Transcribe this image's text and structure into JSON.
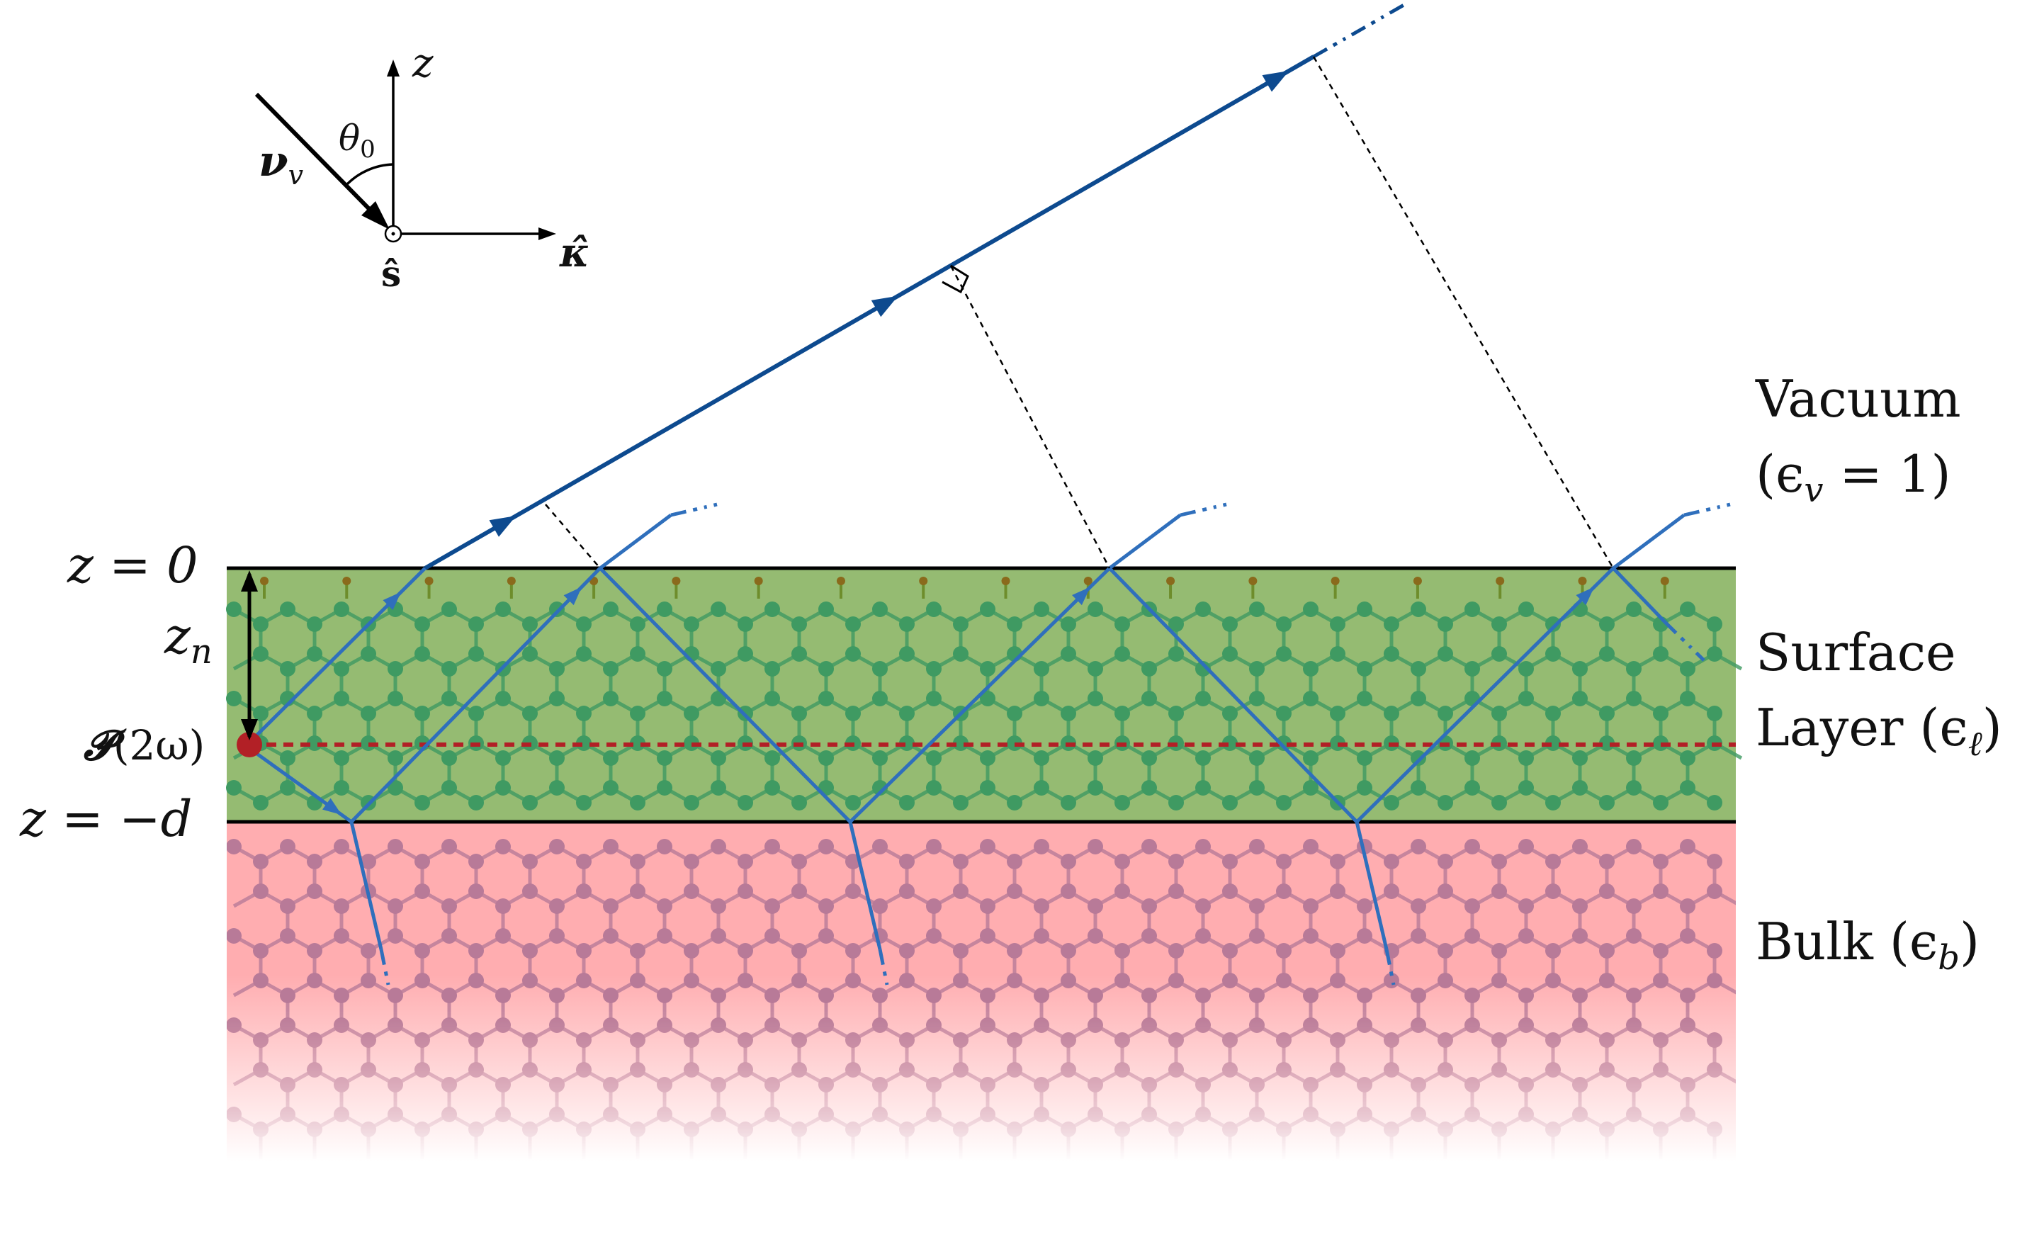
{
  "labels": {
    "z_axis": "z",
    "theta": "θ",
    "theta_sub": "0",
    "nu": "ν",
    "nu_sub": "v",
    "s_hat": "ŝ",
    "kappa_hat": "κ̂",
    "vacuum": "Vacuum",
    "vacuum_eps": "(ϵ",
    "vacuum_eps_sub": "v",
    "vacuum_eps_tail": " = 1)",
    "surface": "Surface",
    "layer": "Layer (ϵ",
    "layer_sub": "ℓ",
    "layer_tail": ")",
    "bulk": "Bulk (ϵ",
    "bulk_sub": "b",
    "bulk_tail": ")",
    "z0": "z = 0",
    "zd": "z = −d",
    "zn": "z",
    "zn_sub": "n",
    "P": "𝓟",
    "P_tail": "(2ω)"
  },
  "colors": {
    "surface_layer": "#95bb72",
    "bulk": "#ffadb0",
    "surface_atoms": "#3f9a62",
    "bulk_atoms": "#b87a98",
    "ray_main": "#0d4a8f",
    "ray_inner": "#2f6fbc",
    "polarization": "#b22026",
    "boundary": "#000000"
  },
  "icons": [
    "right-angle-marker",
    "out-of-plane-circle",
    "polarization-dot"
  ]
}
